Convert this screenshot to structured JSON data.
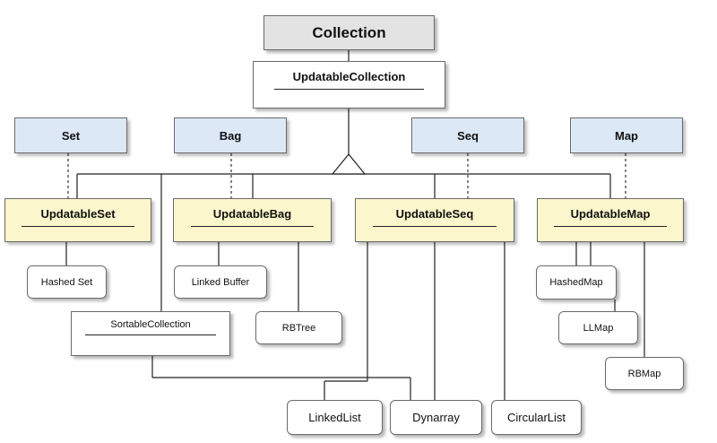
{
  "diagram": {
    "root": "Collection",
    "updatable": "UpdatableCollection",
    "interfaces": {
      "set": "Set",
      "bag": "Bag",
      "seq": "Seq",
      "map": "Map"
    },
    "updatable_interfaces": {
      "set": "UpdatableSet",
      "bag": "UpdatableBag",
      "seq": "UpdatableSeq",
      "map": "UpdatableMap"
    },
    "sortable": "SortableCollection",
    "implementations": {
      "hashed_set": "Hashed Set",
      "linked_buffer": "Linked Buffer",
      "rbtree": "RBTree",
      "hashed_map": "HashedMap",
      "llmap": "LLMap",
      "rbmap": "RBMap",
      "linked_list": "LinkedList",
      "dynarray": "Dynarray",
      "circular_list": "CircularList"
    }
  }
}
